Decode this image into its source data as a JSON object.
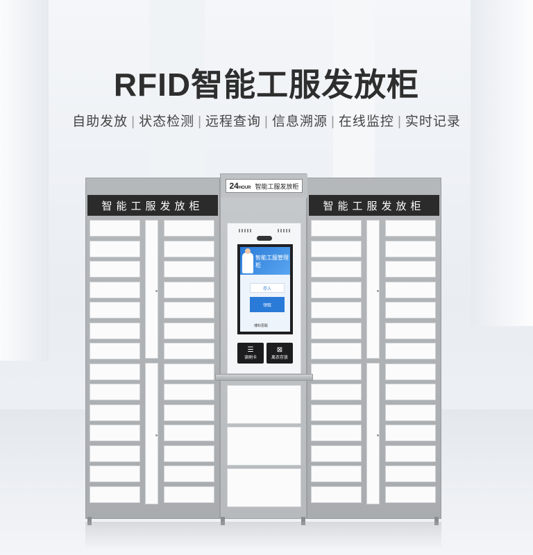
{
  "title": "RFID智能工服发放柜",
  "features": [
    "自助发放",
    "状态检测",
    "远程查询",
    "信息溯源",
    "在线监控",
    "实时记录"
  ],
  "cabinet": {
    "side_label": "智能工服发放柜",
    "center_label": {
      "hour_number": "24",
      "hour_unit": "HOUR",
      "name": "智能工服发放柜"
    },
    "screen": {
      "title": "智能工服管理柜",
      "button_in": "存入",
      "button_out": "领取",
      "logo": "博科思联"
    },
    "readers": [
      {
        "icon": "☰",
        "label": "读刷卡"
      },
      {
        "icon": "⊠",
        "label": "离衣存放"
      }
    ]
  },
  "colors": {
    "header_bar": "#2b2b2c",
    "frame": "#b5b8bb",
    "door": "#fbfbfb",
    "screen_accent": "#2a7ad8"
  }
}
